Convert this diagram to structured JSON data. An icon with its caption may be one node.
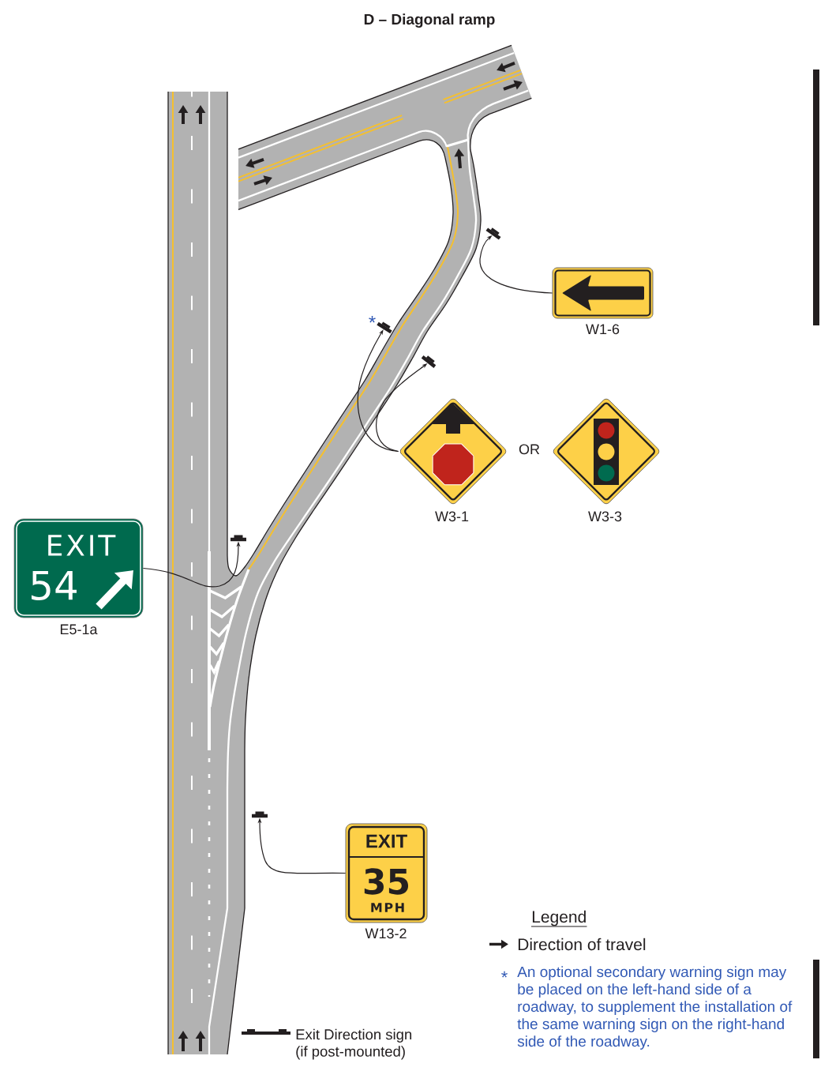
{
  "diagram": {
    "title": "D – Diagonal ramp",
    "nodes": [
      {
        "text": [],
        "shape": "bar"
      },
      {
        "text": [],
        "shape": "box",
        "beside": [
          "W1-6"
        ]
      },
      {
        "text": [],
        "shape": "bar"
      },
      {
        "text": [],
        "shape": "bar"
      },
      {
        "text": [],
        "shape": "diamond",
        "beside": [
          "W3-1"
        ]
      },
      {
        "text": [],
        "shape": "diamond",
        "beside": [
          "W3-3"
        ]
      },
      {
        "text": [],
        "shape": "bar"
      },
      {
        "text": [
          "EXIT",
          "54"
        ],
        "beside": [
          "E5-1a"
        ]
      },
      {
        "text": [],
        "shape": "bar"
      },
      {
        "text": [
          "EXIT",
          "35",
          "MPH"
        ],
        "beside": [
          "W13-2"
        ]
      }
    ],
    "edges": [
      {
        "from": 1,
        "to": 0,
        "arrow": "to"
      },
      {
        "from": 4,
        "to": 2,
        "arrow": "to"
      },
      {
        "from": 4,
        "to": 3,
        "arrow": "to"
      },
      {
        "from": 7,
        "to": 6,
        "arrow": "to"
      },
      {
        "from": 9,
        "to": 8,
        "arrow": "to"
      }
    ],
    "labels": [
      "*",
      "OR",
      "Legend",
      "*",
      "An optional secondary warning sign may be placed on the left-hand side of a roadway, to supplement the installation of the same warning sign on the right-hand side of the roadway."
    ],
    "legend": [
      {
        "text": "Direction of travel"
      },
      {
        "text": "Exit Direction sign (if post-mounted)"
      }
    ]
  }
}
